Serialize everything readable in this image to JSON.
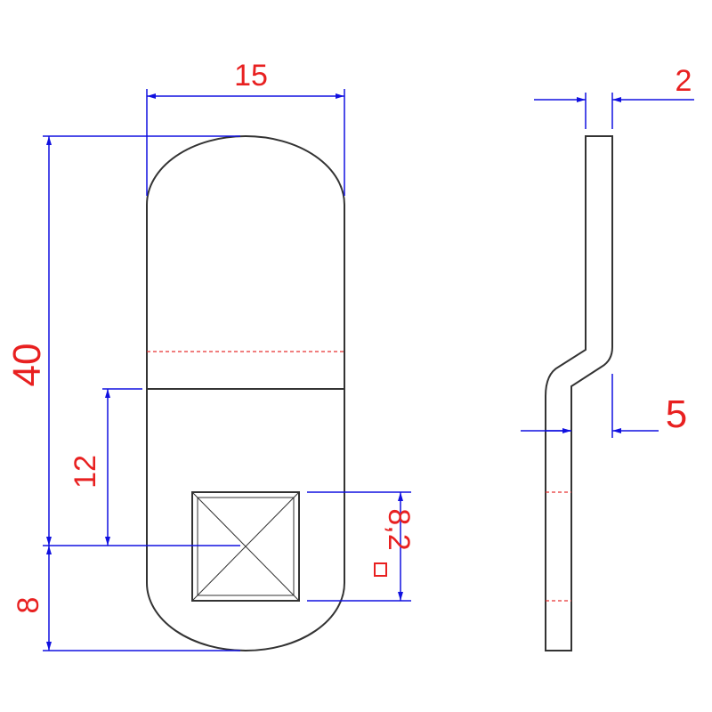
{
  "dimensions": {
    "width_top": "15",
    "total_length": "40",
    "bend_offset": "12",
    "hole_offset": "8",
    "square_hole": "8,2",
    "thickness": "2",
    "bend_depth": "5"
  },
  "colors": {
    "outline": "#333333",
    "dimension": "#1010e0",
    "text": "#e82020"
  }
}
